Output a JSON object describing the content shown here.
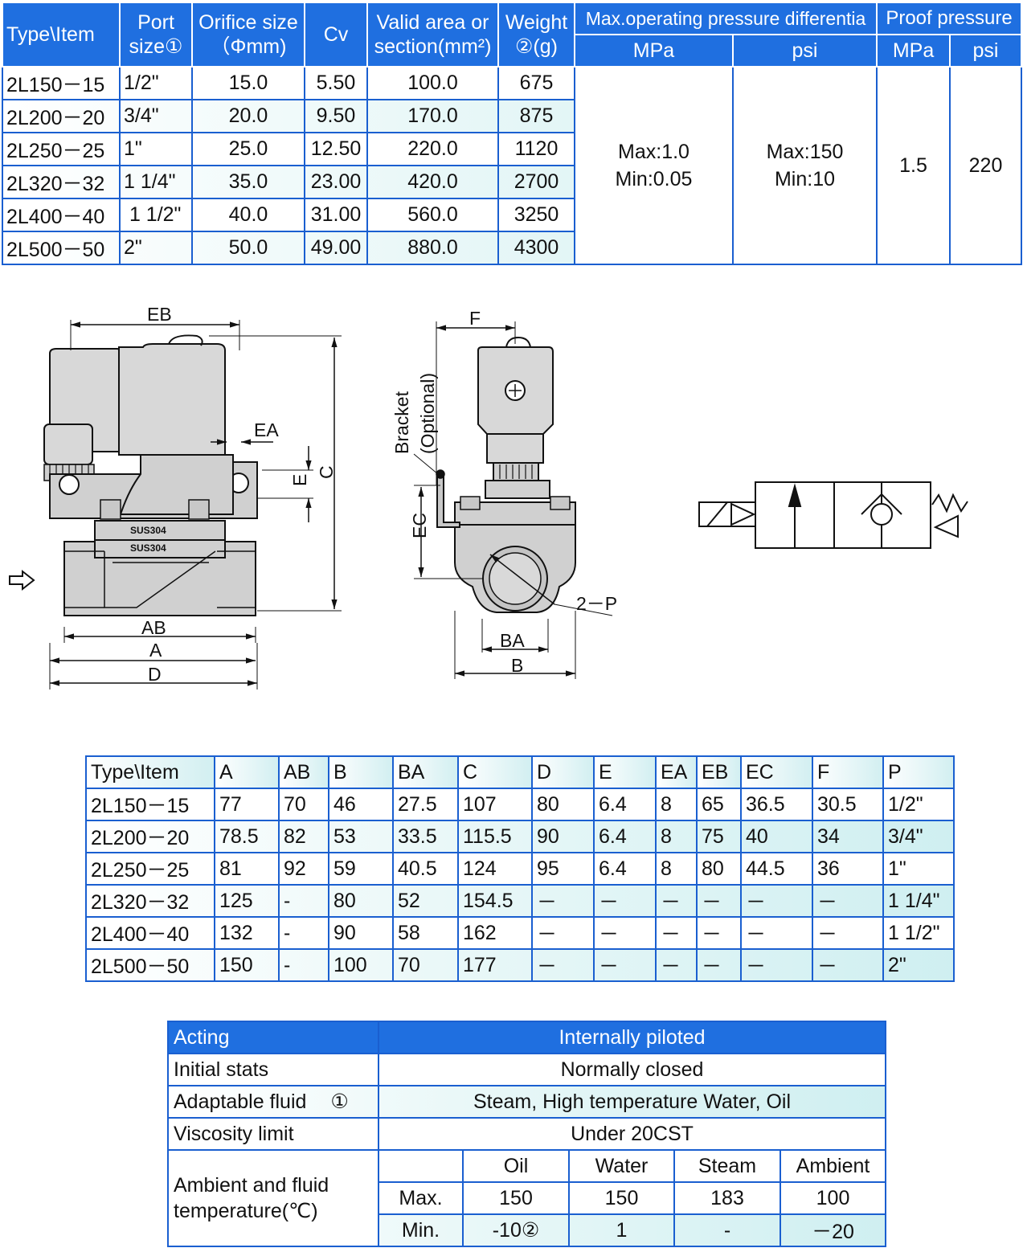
{
  "spec_table": {
    "headers": {
      "type_item": "Type\\Item",
      "port_size_line1": "Port",
      "port_size_line2": "size",
      "port_size_note": "①",
      "orifice_line1": "Orifice size",
      "orifice_line2": "（Φmm)",
      "cv": "Cv",
      "valid_area_line1": "Valid area or",
      "valid_area_line2": "section(mm²)",
      "weight_line1": "Weight",
      "weight_line2": "②(g)",
      "max_pressure": "Max.operating pressure differentia",
      "proof_pressure": "Proof pressure",
      "mpa_1": "MPa",
      "psi_1": "psi",
      "mpa_2": "MPa",
      "psi_2": "psi"
    },
    "rows": [
      {
        "type": "2L150－15",
        "port": "1/2\"",
        "orifice": "15.0",
        "cv": "5.50",
        "area": "100.0",
        "weight": "675"
      },
      {
        "type": "2L200－20",
        "port": "3/4\"",
        "orifice": "20.0",
        "cv": "9.50",
        "area": "170.0",
        "weight": "875"
      },
      {
        "type": "2L250－25",
        "port": "1\"",
        "orifice": "25.0",
        "cv": "12.50",
        "area": "220.0",
        "weight": "1120"
      },
      {
        "type": "2L320－32",
        "port": "1 1/4\"",
        "orifice": "35.0",
        "cv": "23.00",
        "area": "420.0",
        "weight": "2700"
      },
      {
        "type": "2L400－40",
        "port": " 1 1/2\"",
        "orifice": "40.0",
        "cv": "31.00",
        "area": "560.0",
        "weight": "3250"
      },
      {
        "type": "2L500－50",
        "port": "2\"",
        "orifice": "50.0",
        "cv": "49.00",
        "area": "880.0",
        "weight": "4300"
      }
    ],
    "pressure_mpa_max": "Max:1.0",
    "pressure_mpa_min": "Min:0.05",
    "pressure_psi_max": "Max:150",
    "pressure_psi_min": "Min:10",
    "proof_mpa": "1.5",
    "proof_psi": "220"
  },
  "drawing": {
    "labels": {
      "eb": "EB",
      "ea": "EA",
      "e": "E",
      "c": "C",
      "ab": "AB",
      "a": "A",
      "d": "D",
      "f": "F",
      "ec": "EC",
      "ba": "BA",
      "b": "B",
      "p": "2－P",
      "bracket": "Bracket",
      "optional": "(Optional)",
      "sus1": "SUS304",
      "sus2": "SUS304"
    }
  },
  "dims_table": {
    "headers": [
      "Type\\Item",
      "A",
      "AB",
      "B",
      "BA",
      "C",
      "D",
      "E",
      "EA",
      "EB",
      "EC",
      "F",
      "P"
    ],
    "rows": [
      [
        "2L150－15",
        "77",
        "70",
        "46",
        "27.5",
        "107",
        "80",
        "6.4",
        "8",
        "65",
        "36.5",
        "30.5",
        "1/2\""
      ],
      [
        "2L200－20",
        "78.5",
        "82",
        "53",
        "33.5",
        "115.5",
        "90",
        "6.4",
        "8",
        "75",
        "40",
        "34",
        "3/4\""
      ],
      [
        "2L250－25",
        "81",
        "92",
        "59",
        "40.5",
        "124",
        "95",
        "6.4",
        "8",
        "80",
        "44.5",
        "36",
        "1\""
      ],
      [
        "2L320－32",
        "125",
        "-",
        "80",
        "52",
        "154.5",
        "－",
        "－",
        "－",
        "－",
        "－",
        "－",
        "1 1/4\""
      ],
      [
        "2L400－40",
        "132",
        "-",
        "90",
        "58",
        "162",
        "－",
        "－",
        "－",
        "－",
        "－",
        "－",
        "1 1/2\""
      ],
      [
        "2L500－50",
        "150",
        "-",
        "100",
        "70",
        "177",
        "－",
        "－",
        "－",
        "－",
        "－",
        "－",
        "2\""
      ]
    ]
  },
  "characteristics": {
    "acting_label": "Acting",
    "acting_value": "Internally piloted",
    "initial_label": "Initial stats",
    "initial_value": "Normally closed",
    "fluid_label": "Adaptable fluid",
    "fluid_note": "①",
    "fluid_value": "Steam, High temperature Water, Oil",
    "viscosity_label": "Viscosity limit",
    "viscosity_value": "Under 20CST",
    "temp_label_line1": "Ambient and fluid",
    "temp_label_line2": "temperature(℃)",
    "temp_headers": [
      "Oil",
      "Water",
      "Steam",
      "Ambient"
    ],
    "max_label": "Max.",
    "max_values": [
      "150",
      "150",
      "183",
      "100"
    ],
    "min_label": "Min.",
    "min_values": [
      "-10②",
      "1",
      "-",
      "－20"
    ]
  }
}
